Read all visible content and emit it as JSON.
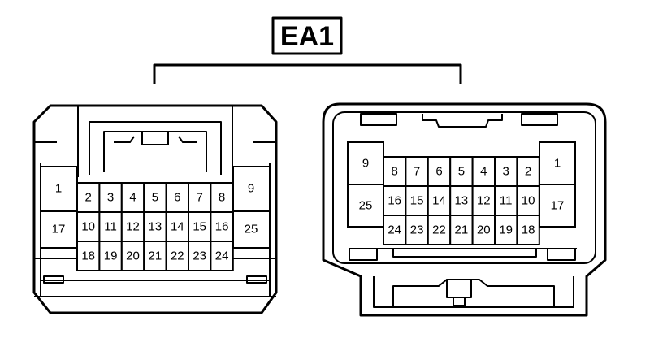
{
  "connector": {
    "label": "EA1"
  },
  "left_connector": {
    "big_pins": [
      "1",
      "17",
      "9",
      "25"
    ],
    "row1": [
      "2",
      "3",
      "4",
      "5",
      "6",
      "7",
      "8"
    ],
    "row2": [
      "10",
      "11",
      "12",
      "13",
      "14",
      "15",
      "16"
    ],
    "row3": [
      "18",
      "19",
      "20",
      "21",
      "22",
      "23",
      "24"
    ]
  },
  "right_connector": {
    "big_pins": [
      "9",
      "25",
      "1",
      "17"
    ],
    "row1": [
      "8",
      "7",
      "6",
      "5",
      "4",
      "3",
      "2"
    ],
    "row2": [
      "16",
      "15",
      "14",
      "13",
      "12",
      "11",
      "10"
    ],
    "row3": [
      "24",
      "23",
      "22",
      "21",
      "20",
      "19",
      "18"
    ]
  }
}
